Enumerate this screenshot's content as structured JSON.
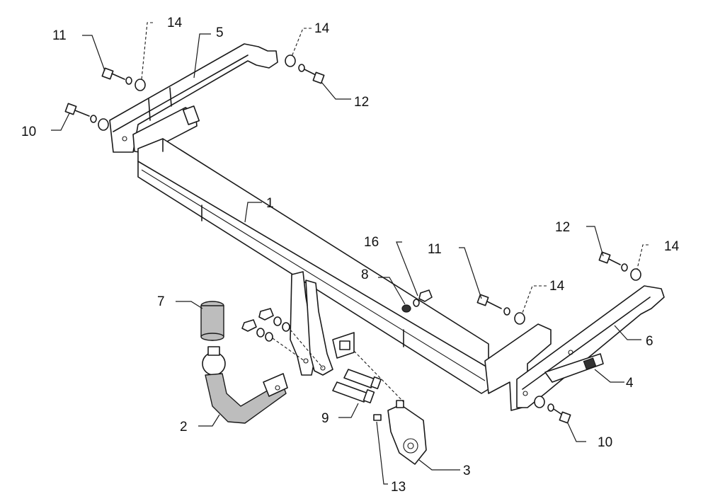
{
  "callouts": {
    "c1": "1",
    "c2": "2",
    "c3": "3",
    "c4": "4",
    "c5": "5",
    "c6": "6",
    "c7": "7",
    "c8": "8",
    "c9": "9",
    "c10a": "10",
    "c10b": "10",
    "c11a": "11",
    "c11b": "11",
    "c12a": "12",
    "c12b": "12",
    "c13": "13",
    "c14a": "14",
    "c14b": "14",
    "c14c": "14",
    "c14d": "14",
    "c16": "16"
  },
  "colors": {
    "line": "#1a1a1a",
    "shade": "#bdbdbd",
    "background": "#ffffff"
  }
}
